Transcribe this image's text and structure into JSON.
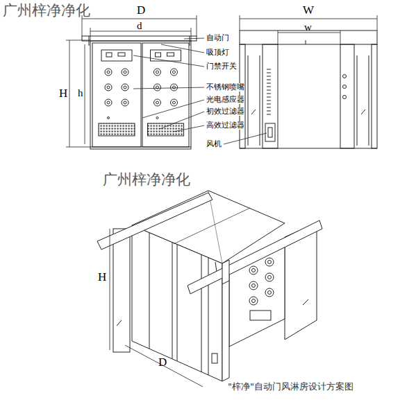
{
  "diagram": {
    "caption": "\"梓净\"自动门风淋房设计方案图",
    "labels": [
      "广州梓净净化",
      "D",
      "d",
      "W",
      "w",
      "H",
      "h",
      "自动门",
      "吸顶灯",
      "门禁开关",
      "不锈钢喷嘴",
      "光电感应器",
      "初效过滤器",
      "高效过滤器",
      "风机",
      "广州梓净净化",
      "H",
      "D"
    ]
  }
}
